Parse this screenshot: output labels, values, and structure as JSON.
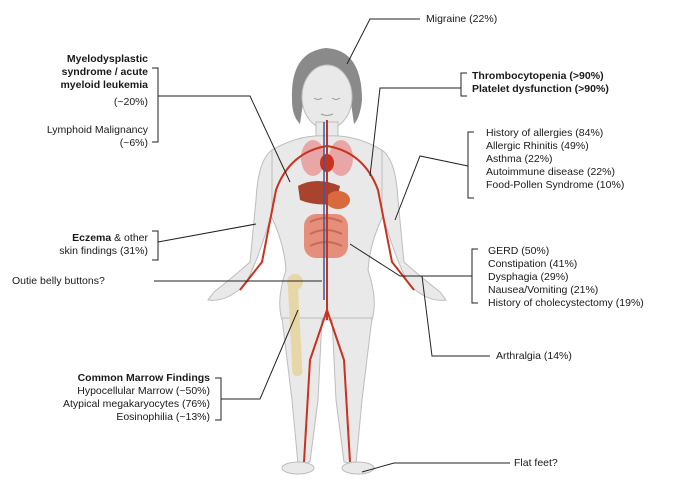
{
  "migraine": "Migraine (22%)",
  "mds": {
    "line1": "Myelodysplastic",
    "line2": "syndrome / acute",
    "line3": "myeloid leukemia",
    "pct": "(~20%)"
  },
  "lymphoid": {
    "line1": "Lymphoid Malignancy",
    "line2": "(~6%)"
  },
  "platelet": {
    "line1": "Thrombocytopenia (>90%)",
    "line2": "Platelet dysfunction (>90%)"
  },
  "allergy": [
    "History of allergies (84%)",
    "Allergic Rhinitis (49%)",
    "Asthma (22%)",
    "Autoimmune disease (22%)",
    "Food-Pollen Syndrome (10%)"
  ],
  "eczema": {
    "bold": "Eczema",
    "rest": " & other",
    "line2": "skin findings (31%)"
  },
  "gi": [
    "GERD (50%)",
    "Constipation (41%)",
    "Dysphagia (29%)",
    "Nausea/Vomiting (21%)",
    "History of cholecystectomy (19%)"
  ],
  "outie": "Outie belly buttons?",
  "arthralgia": "Arthralgia (14%)",
  "marrow": {
    "title": "Common Marrow Findings",
    "items": [
      "Hypocellular Marrow (~50%)",
      "Atypical megakaryocytes (76%)",
      "Eosinophilia (~13%)"
    ]
  },
  "flatfeet": "Flat feet?",
  "colors": {
    "body_fill": "#e9e9e9",
    "body_stroke": "#bdbdbd",
    "hair": "#8a8a8a",
    "vessel": "#c8321e",
    "vein": "#2e5fa8",
    "organ": "#e07a6a",
    "bone": "#e8d7a6",
    "line": "#222222"
  }
}
